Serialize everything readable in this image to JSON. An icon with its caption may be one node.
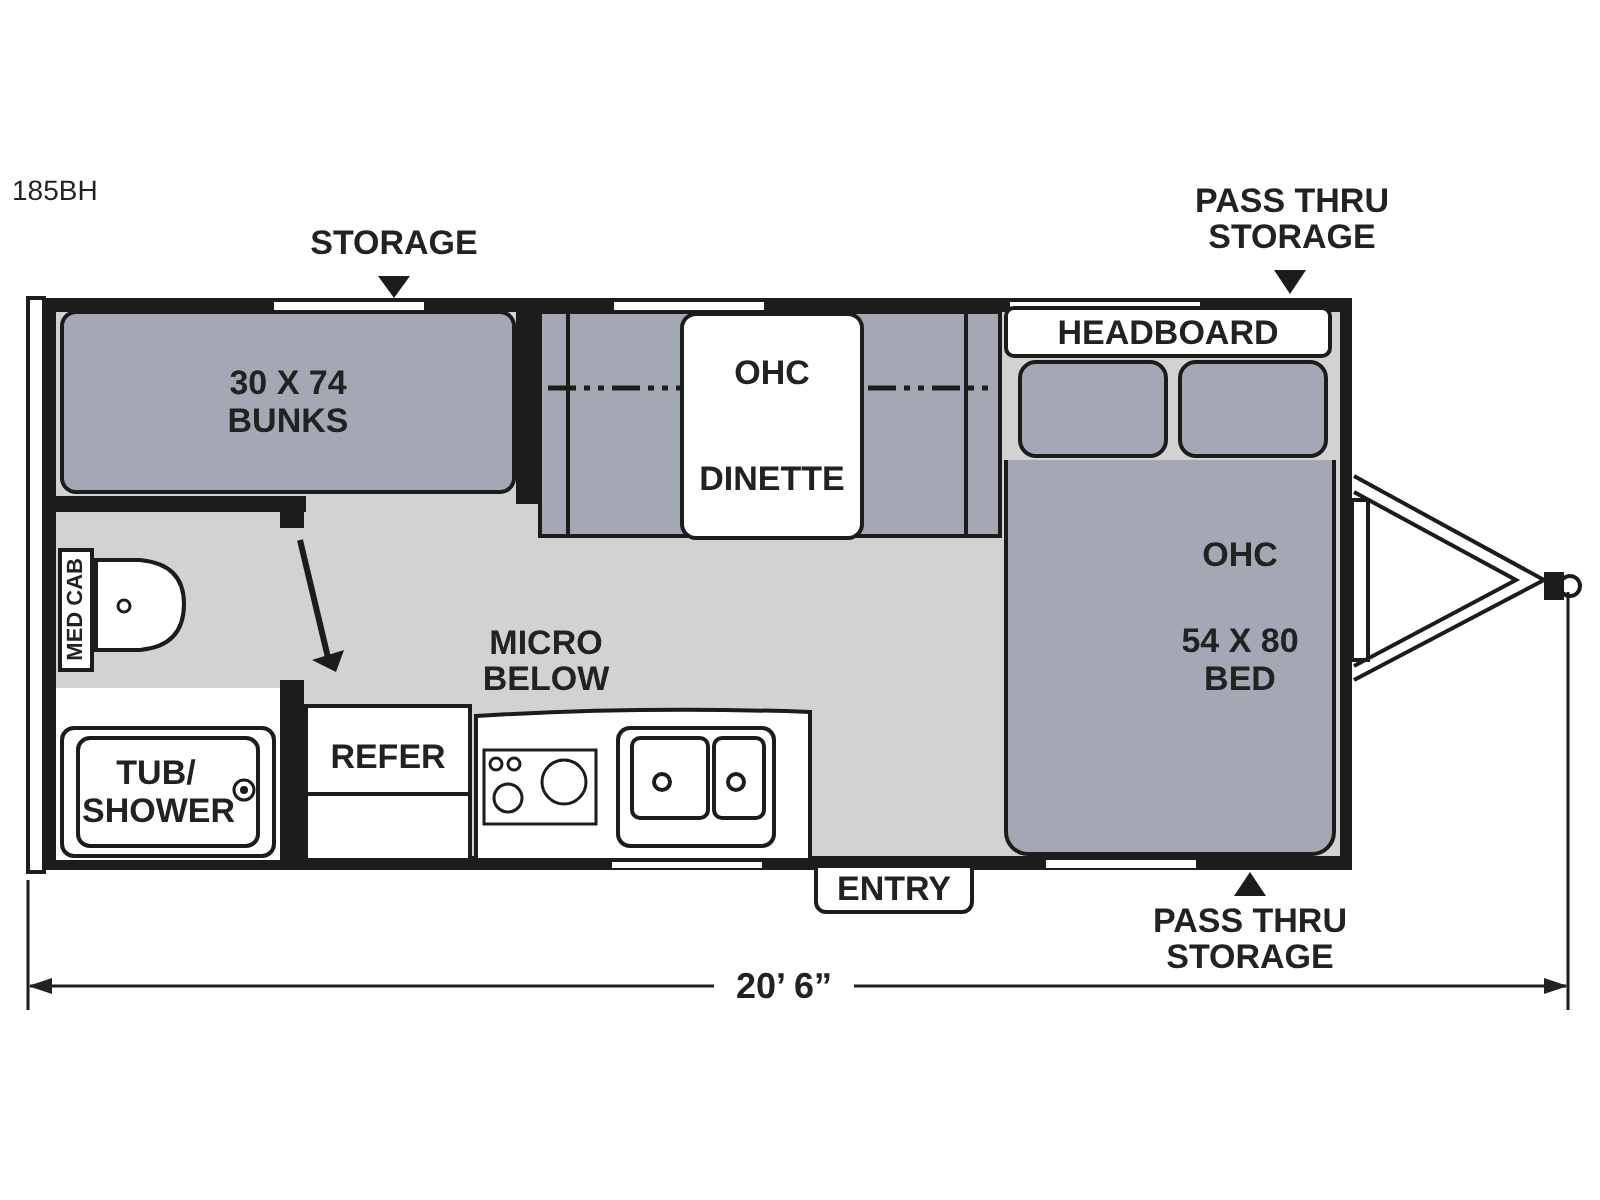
{
  "diagram": {
    "nodes": [
      {
        "text": [
          "30 X 74 BUNKS"
        ]
      },
      {
        "text": [
          "OHC",
          "DINETTE"
        ]
      },
      {
        "text": [
          "HEADBOARD"
        ]
      },
      {
        "text": [
          "OHC",
          "54 X 80 BED"
        ]
      },
      {
        "text": [
          "MED CAB"
        ]
      },
      {
        "text": [
          "TUB/ SHOWER"
        ]
      },
      {
        "text": [
          "REFER"
        ]
      },
      {
        "text": [
          "ENTRY"
        ]
      }
    ],
    "labels": [
      "185BH",
      "STORAGE",
      "PASS THRU STORAGE",
      "MICRO BELOW",
      "PASS THRU STORAGE",
      "20’ 6”"
    ]
  }
}
